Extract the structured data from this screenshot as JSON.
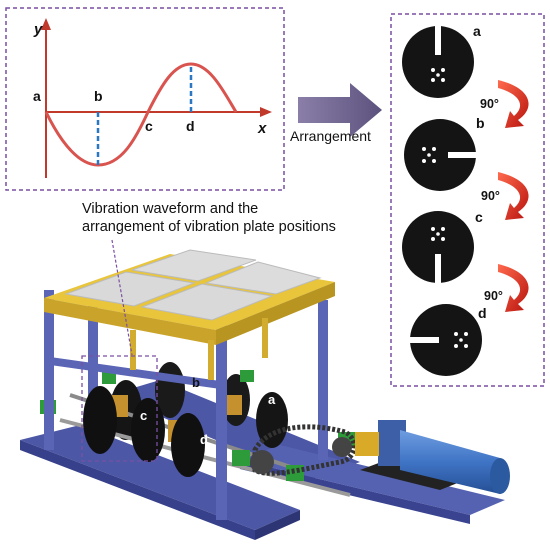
{
  "waveform": {
    "y_axis_label": "y",
    "x_axis_label": "x",
    "points": {
      "a": "a",
      "b": "b",
      "c": "c",
      "d": "d"
    }
  },
  "arrangement_label": "Arrangement",
  "caption": {
    "line1": "Vibration waveform and the",
    "line2": "arrangement of vibration plate positions"
  },
  "plates": [
    {
      "label": "a"
    },
    {
      "label": "b"
    },
    {
      "label": "c"
    },
    {
      "label": "d"
    }
  ],
  "rotation_steps": [
    "90°",
    "90°",
    "90°"
  ],
  "machine_labels": {
    "a": "a",
    "b": "b",
    "c": "c",
    "d": "d"
  },
  "colors": {
    "frame_border": "#7a4fa3",
    "waveform": "#d9534f",
    "axis": "#c0392b",
    "dash": "#2a78c4",
    "arrow": "#6b5f8a",
    "rotate_arrow": "#d62a1f",
    "plate": "#141414",
    "frame_blue": "#5a66b5",
    "yellow": "#e8c53a",
    "green": "#2e9b3a",
    "motor": "#3f74c5"
  }
}
